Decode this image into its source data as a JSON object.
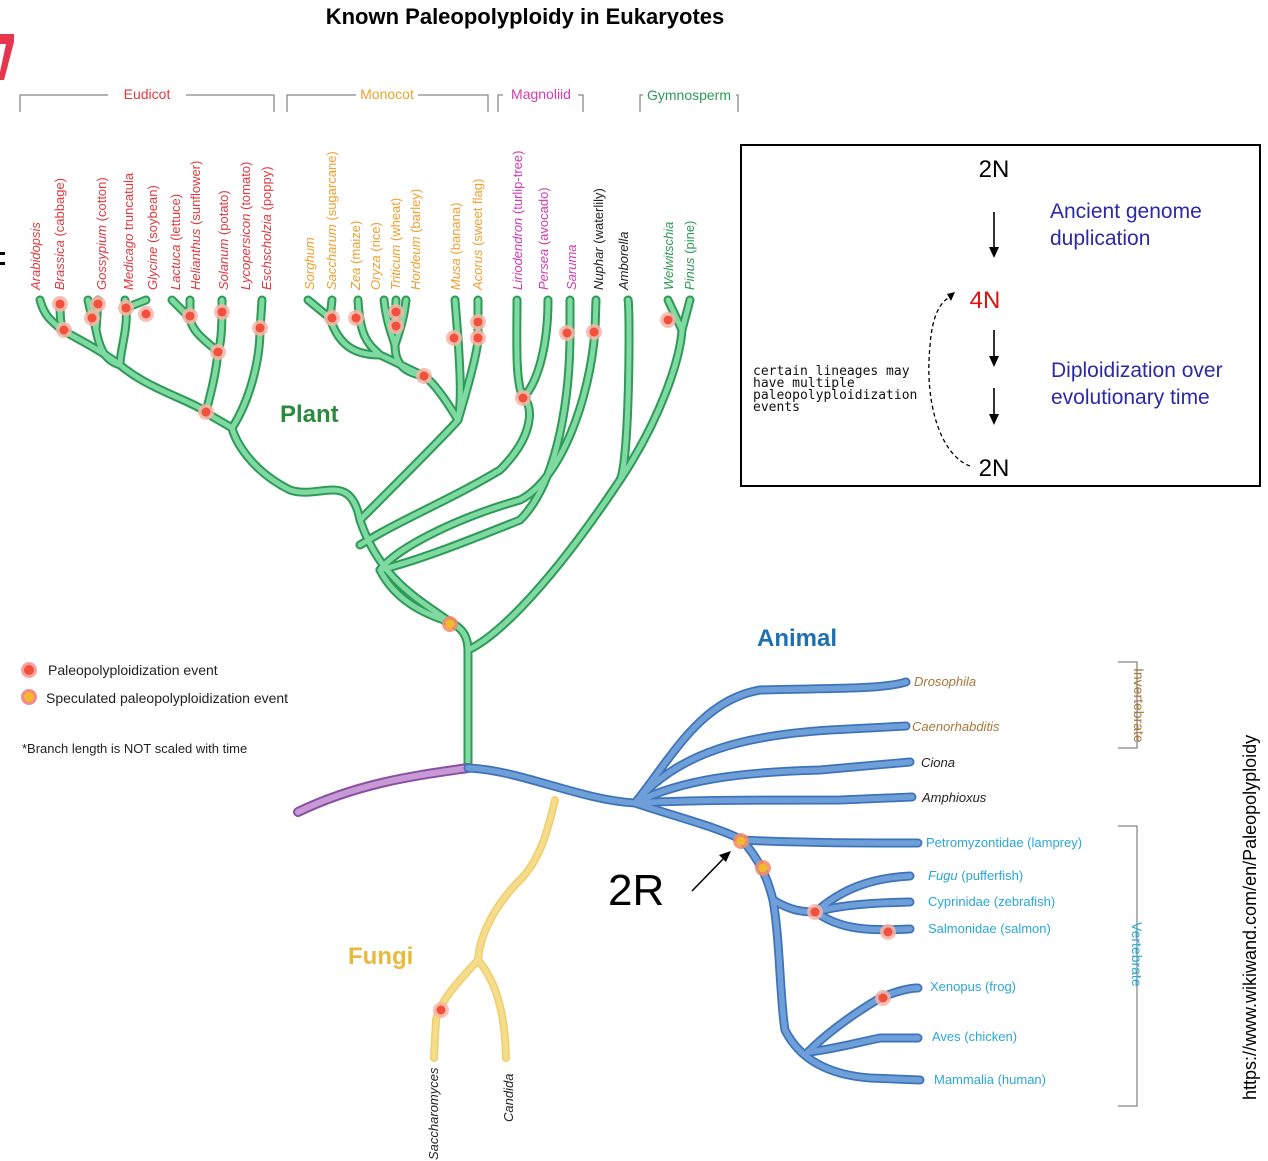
{
  "title": "Known Paleopolyploidy in Eukaryotes",
  "colors": {
    "plant": "#2a8a3e",
    "plant_branch_fill": "#7fd9a3",
    "plant_branch_edge": "#2e9a55",
    "animal": "#1f6fb3",
    "animal_branch": "#6f9fd8",
    "fungi": "#e8b93a",
    "fungi_branch": "#f5dc8c",
    "root_branch": "#b07bc4",
    "eudicot": "#e0393e",
    "monocot": "#f0a030",
    "magnoliid": "#d23ab0",
    "gymnosperm": "#2e9a55",
    "invertebrate_label": "#a9763a",
    "vertebrate_label": "#2aa7d6",
    "event": "#f2503a",
    "speculated_event": "#f5b82c",
    "inset_red": "#e01010",
    "inset_blue": "#2a2aa8"
  },
  "groups": {
    "eudicot": "Eudicot",
    "monocot": "Monocot",
    "magnoliid": "Magnoliid",
    "gymnosperm": "Gymnosperm",
    "invertebrate": "Invertebrate",
    "vertebrate": "Vertebrate"
  },
  "kingdoms": {
    "plant": "Plant",
    "animal": "Animal",
    "fungi": "Fungi"
  },
  "plant_taxa": [
    {
      "name": "Arabidopsis",
      "italic_only": true,
      "group": "eudicot"
    },
    {
      "name": "Brassica (cabbage)",
      "group": "eudicot"
    },
    {
      "name": "Gossypium (cotton)",
      "group": "eudicot"
    },
    {
      "name": "Medicago truncatula",
      "group": "eudicot"
    },
    {
      "name": "Glycine (soybean)",
      "group": "eudicot"
    },
    {
      "name": "Lactuca (lettuce)",
      "group": "eudicot"
    },
    {
      "name": "Helianthus (sunflower)",
      "group": "eudicot"
    },
    {
      "name": "Solanum (potato)",
      "group": "eudicot"
    },
    {
      "name": "Lycopersicon (tomato)",
      "group": "eudicot"
    },
    {
      "name": "Eschscholzia (poppy)",
      "group": "eudicot"
    },
    {
      "name": "Sorghum",
      "group": "monocot"
    },
    {
      "name": "Saccharum (sugarcane)",
      "group": "monocot"
    },
    {
      "name": "Zea (maize)",
      "group": "monocot"
    },
    {
      "name": "Oryza (rice)",
      "group": "monocot"
    },
    {
      "name": "Triticum (wheat)",
      "group": "monocot"
    },
    {
      "name": "Hordeum (barley)",
      "group": "monocot"
    },
    {
      "name": "Musa (banana)",
      "group": "monocot"
    },
    {
      "name": "Acorus (sweet flag)",
      "group": "monocot"
    },
    {
      "name": "Liriodendron (turlip-tree)",
      "group": "magnoliid"
    },
    {
      "name": "Persea (avocado)",
      "group": "magnoliid"
    },
    {
      "name": "Saruma",
      "group": "magnoliid"
    },
    {
      "name": "Nuphar (waterlily)",
      "group": "other"
    },
    {
      "name": "Amborella",
      "group": "other"
    },
    {
      "name": "Welwitschia",
      "group": "gymnosperm"
    },
    {
      "name": "Pinus (pine)",
      "group": "gymnosperm"
    }
  ],
  "animal_taxa": [
    {
      "name": "Drosophila",
      "group": "invertebrate"
    },
    {
      "name": "Caenorhabditis",
      "group": "invertebrate"
    },
    {
      "name": "Ciona",
      "group": "other"
    },
    {
      "name": "Amphioxus",
      "group": "other"
    },
    {
      "name": "Petromyzontidae (lamprey)",
      "group": "vertebrate"
    },
    {
      "name": "Fugu (pufferfish)",
      "group": "vertebrate"
    },
    {
      "name": "Cyprinidae (zebrafish)",
      "group": "vertebrate"
    },
    {
      "name": "Salmonidae (salmon)",
      "group": "vertebrate"
    },
    {
      "name": "Xenopus (frog)",
      "group": "vertebrate"
    },
    {
      "name": "Aves (chicken)",
      "group": "vertebrate"
    },
    {
      "name": "Mammalia (human)",
      "group": "vertebrate"
    }
  ],
  "fungi_taxa": [
    {
      "name": "Saccharomyces"
    },
    {
      "name": "Candida"
    }
  ],
  "legend": {
    "event": "Paleopolyploidization event",
    "speculated": "Speculated paleopolyploidization event",
    "note": "*Branch length is NOT scaled with time"
  },
  "inset": {
    "top_n": "2N",
    "mid_n": "4N",
    "bottom_n": "2N",
    "duplication_line1": "Ancient genome",
    "duplication_line2": "duplication",
    "diploid_line1": "Diploidization over",
    "diploid_line2": "evolutionary time",
    "note_lines": [
      "certain lineages may",
      "have multiple",
      "paleopolyploidization",
      "events"
    ]
  },
  "annotation_2r": "2R",
  "source": "https://www.wikiwand.com/en/Paleopolyploidy"
}
